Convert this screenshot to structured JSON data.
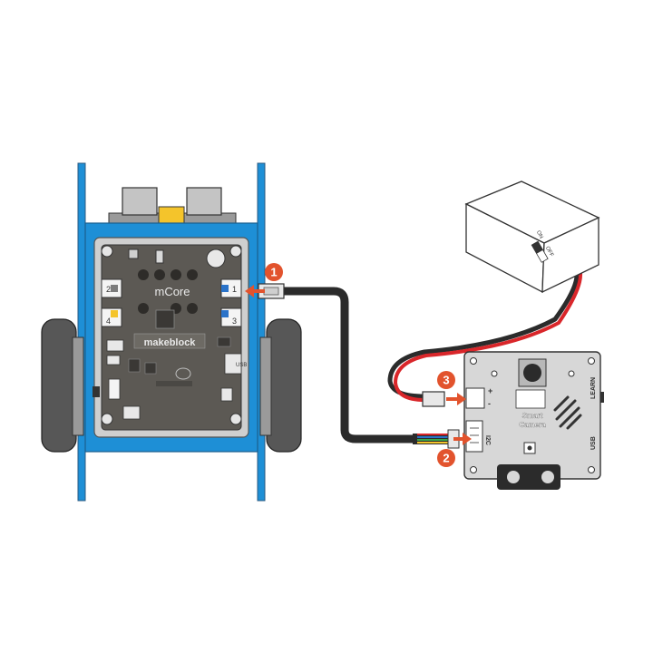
{
  "robot": {
    "board_logo": "mCore",
    "board_brand": "makeblock",
    "port_labels": [
      "2",
      "4",
      "1",
      "3"
    ],
    "usb_label": "USB"
  },
  "battery": {
    "switch_on": "ON",
    "switch_off": "OFF"
  },
  "camera": {
    "name_line1": "Smart",
    "name_line2": "Camera",
    "learn_label": "LEARN",
    "usb_label": "USB",
    "i2c_label": "I2C",
    "plus_label": "+",
    "minus_label": "-"
  },
  "steps": [
    {
      "number": "1"
    },
    {
      "number": "2"
    },
    {
      "number": "3"
    }
  ],
  "colors": {
    "chassis_blue": "#1e8fd6",
    "board_gray": "#5c5954",
    "step_orange": "#e2532d",
    "cable_red": "#d9262a",
    "cable_black": "#2b2b2b",
    "camera_gray": "#d7d7d7"
  }
}
